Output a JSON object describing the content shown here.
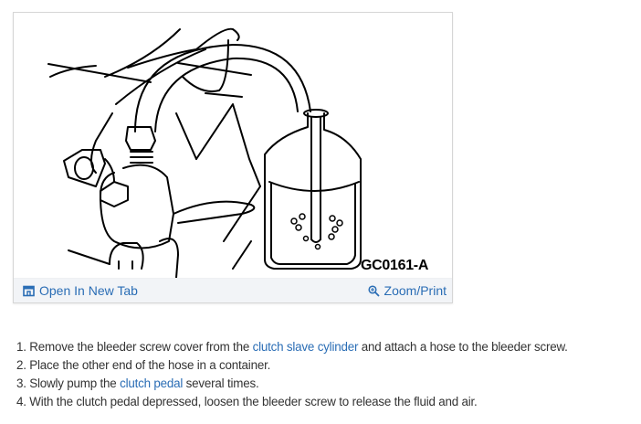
{
  "figure": {
    "caption_code": "GC0161-A",
    "open_tab": {
      "icon": "open-in-new-tab-icon",
      "label": "Open In New Tab"
    },
    "zoom_print": {
      "icon": "zoom-in-icon",
      "label": "Zoom/Print"
    }
  },
  "colors": {
    "link": "#2a6db5",
    "text": "#333333",
    "footer_bg": "#f2f4f7",
    "border": "#d6d6d6"
  },
  "steps": [
    {
      "num": "1. ",
      "pre": "Remove the bleeder screw cover from the ",
      "link": "clutch slave cylinder",
      "post": " and attach a hose to the bleeder screw."
    },
    {
      "num": "2. ",
      "pre": "Place the other end of the hose in a container.",
      "link": "",
      "post": ""
    },
    {
      "num": "3. ",
      "pre": "Slowly pump the ",
      "link": "clutch pedal",
      "post": " several times."
    },
    {
      "num": "4. ",
      "pre": "With the clutch pedal depressed, loosen the bleeder screw to release the fluid and air.",
      "link": "",
      "post": ""
    }
  ]
}
